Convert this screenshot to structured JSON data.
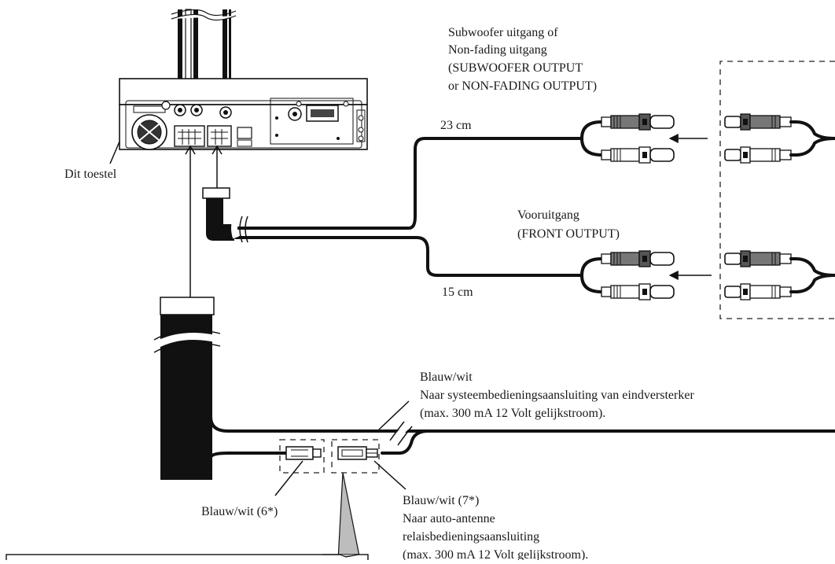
{
  "labels": {
    "unit": "Dit toestel",
    "subwoofer_1": "Subwoofer uitgang of",
    "subwoofer_2": "Non-fading uitgang",
    "subwoofer_3": "(SUBWOOFER OUTPUT",
    "subwoofer_4": "or NON-FADING OUTPUT)",
    "len_23": "23 cm",
    "front_1": "Vooruitgang",
    "front_2": "(FRONT OUTPUT)",
    "len_15": "15 cm",
    "bw_1": "Blauw/wit",
    "bw_2": "Naar systeembedieningsaansluiting van eindversterker",
    "bw_3": "(max. 300 mA 12 Volt gelijkstroom).",
    "bw6": "Blauw/wit (6*)",
    "bw7_1": "Blauw/wit (7*)",
    "bw7_2": "Naar auto-antenne",
    "bw7_3": "relaisbedieningsaansluiting",
    "bw7_4": "(max. 300 mA 12 Volt gelijkstroom)."
  }
}
